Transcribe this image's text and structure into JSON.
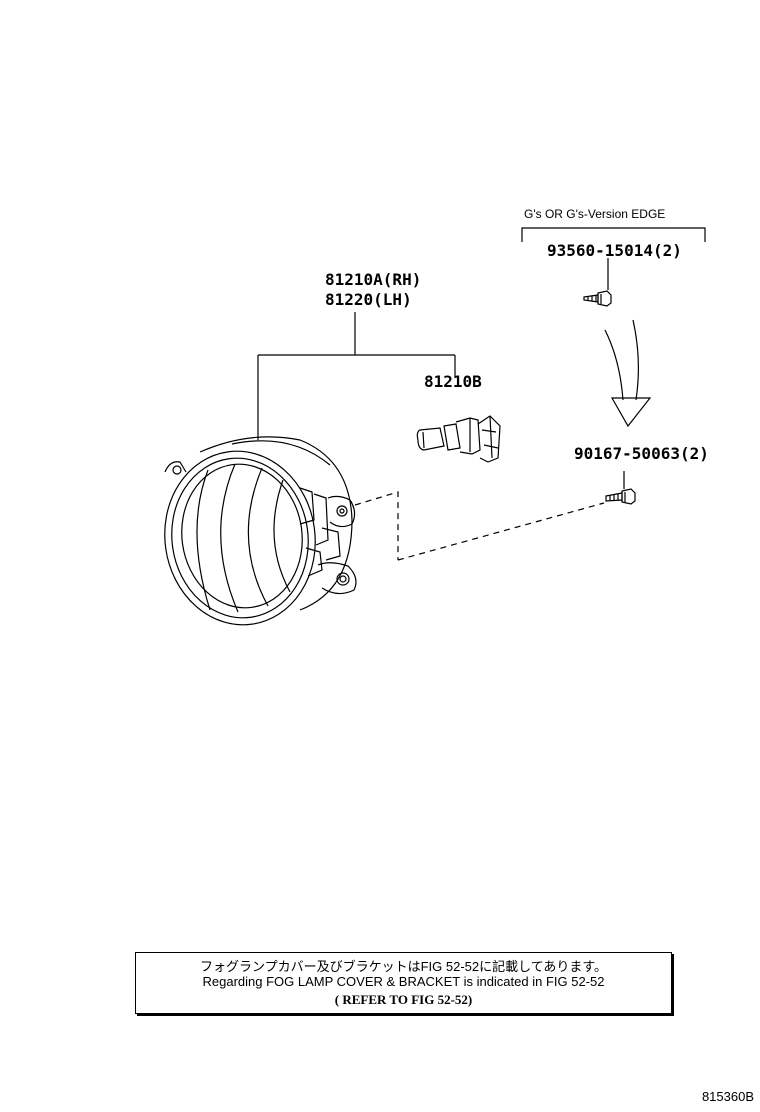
{
  "condition_label": "G's OR G's-Version EDGE",
  "parts": {
    "lamp_assy_rh": "81210A(RH)",
    "lamp_assy_lh": "81220(LH)",
    "bulb": "81210B",
    "screw_gs": "93560-15014(2)",
    "screw_std": "90167-50063(2)"
  },
  "note": {
    "japanese": "フォグランプカバー及びブラケットはFIG 52-52に記載してあります。",
    "english": "Regarding FOG LAMP COVER & BRACKET is indicated in FIG 52-52",
    "reference": "( REFER TO FIG 52-52)"
  },
  "figure_id": "815360B"
}
